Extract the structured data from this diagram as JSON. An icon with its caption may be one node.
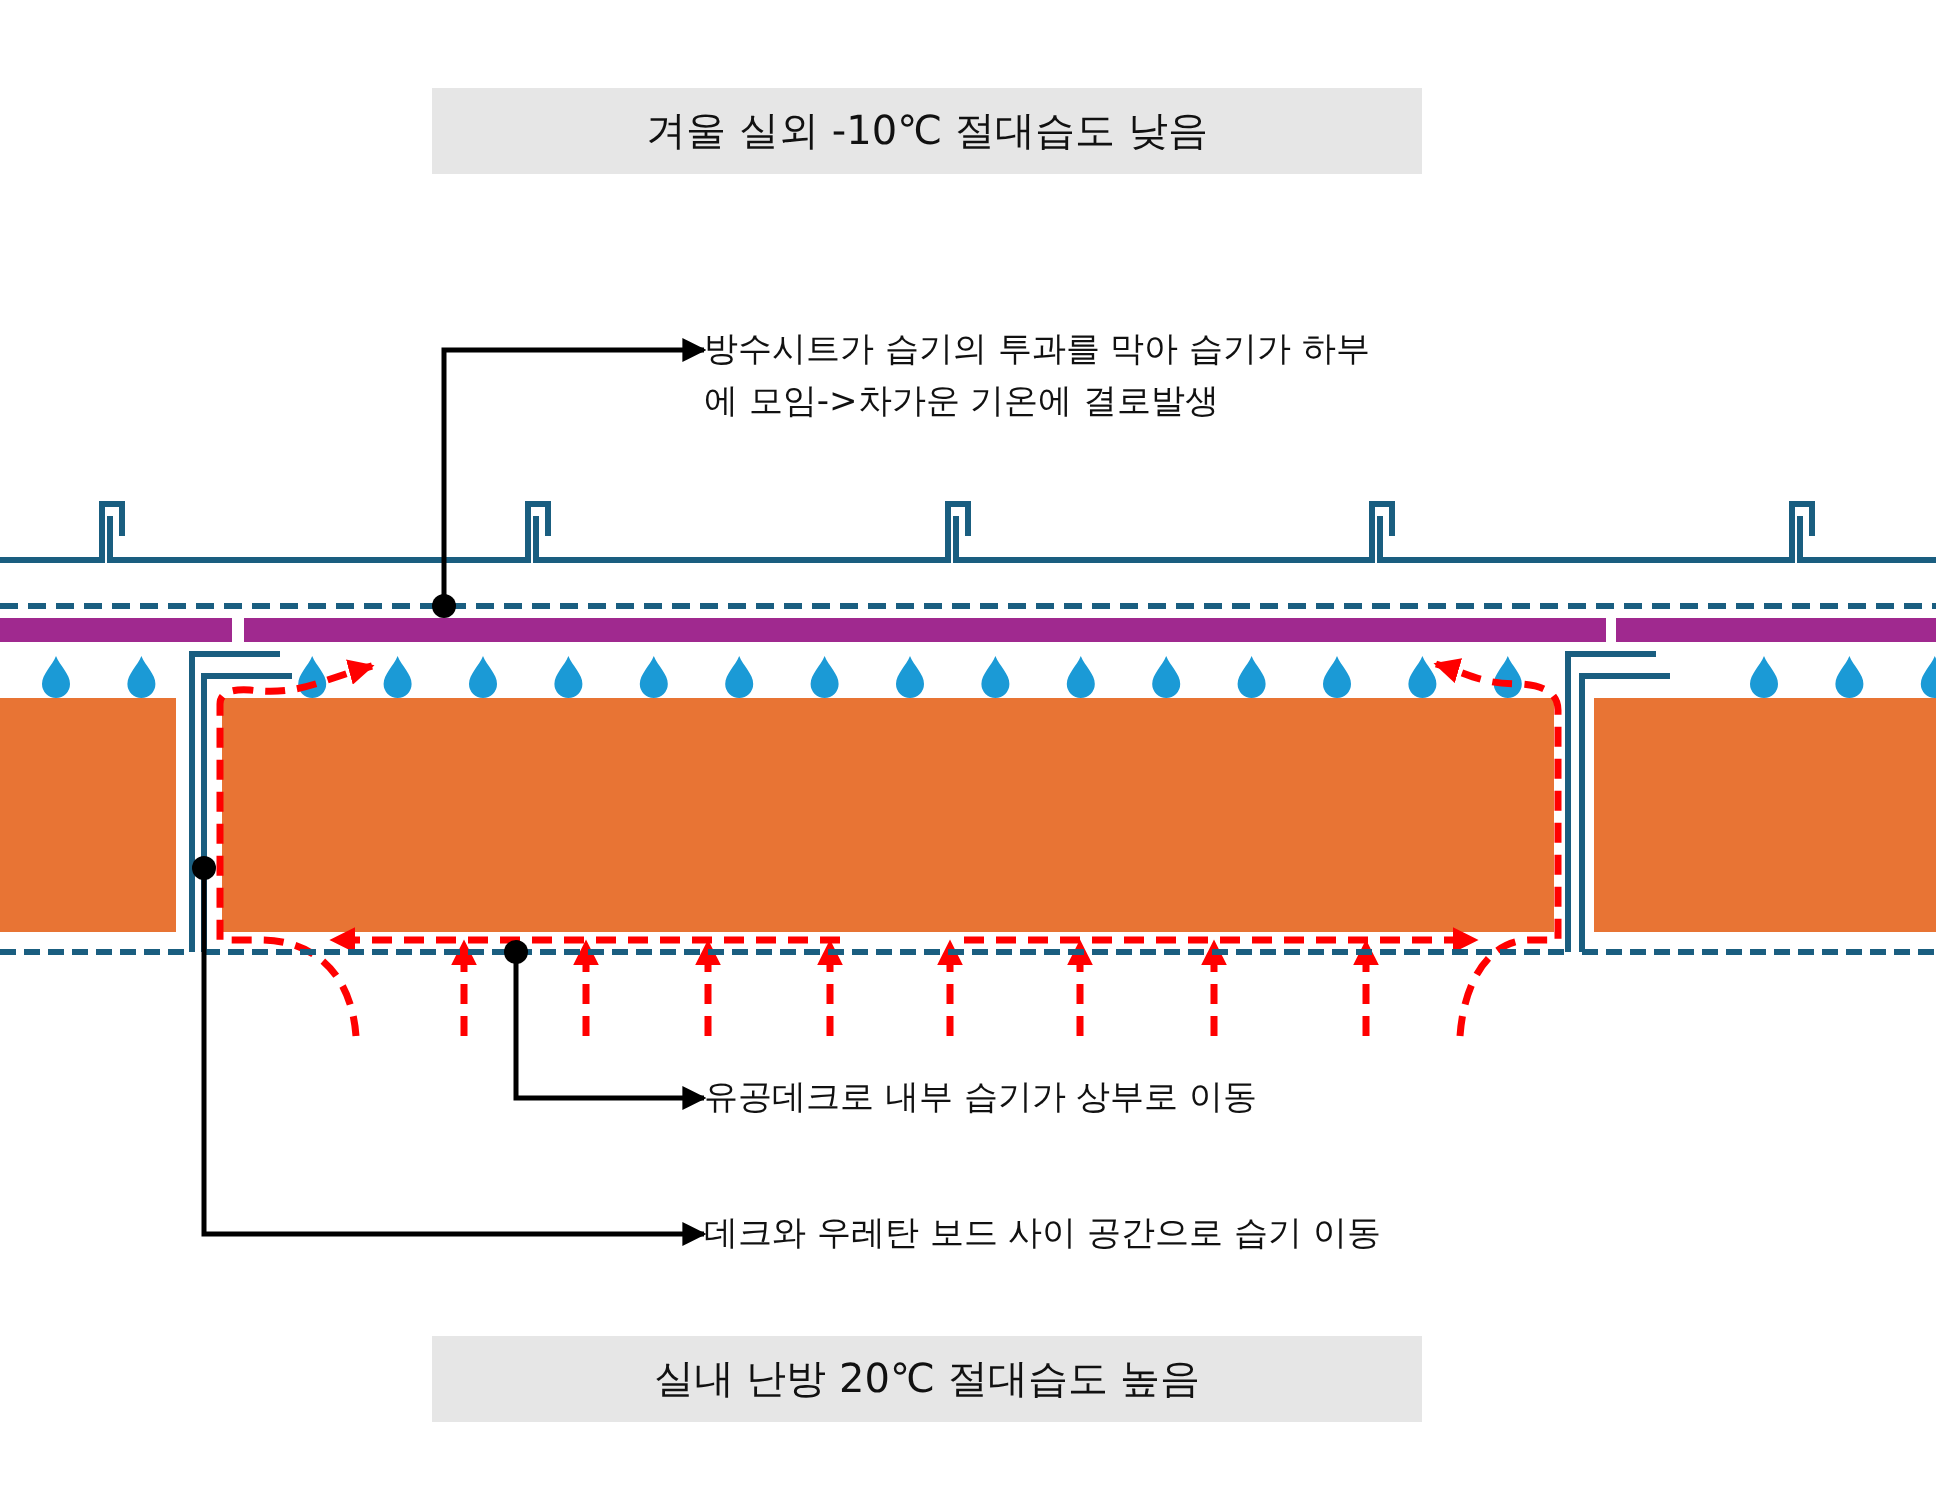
{
  "diagram": {
    "nodes": [
      {
        "text": [
          "겨울 실외 -10℃ 절대습도 낮음"
        ]
      },
      {
        "text": [
          "방수시트가 습기의 투과를 막아 습기가 하부 에 모임->차가운 기온에 결로발생"
        ]
      },
      {
        "text": [
          "유공데크로 내부 습기가 상부로 이동"
        ]
      },
      {
        "text": [
          "데크와 우레탄 보드 사이 공간으로 습기 이동"
        ]
      },
      {
        "text": [
          "실내 난방 20℃ 절대습도 높음"
        ]
      },
      {
        "text": [],
        "shape": "bar"
      },
      {
        "text": [],
        "shape": "bar"
      },
      {
        "text": [],
        "shape": "bar"
      }
    ],
    "edges": [
      {
        "from": 5,
        "to": 1,
        "arrow": "to"
      },
      {
        "from": 6,
        "to": 2,
        "arrow": "to"
      },
      {
        "from": 7,
        "to": 3,
        "arrow": "to"
      }
    ]
  }
}
